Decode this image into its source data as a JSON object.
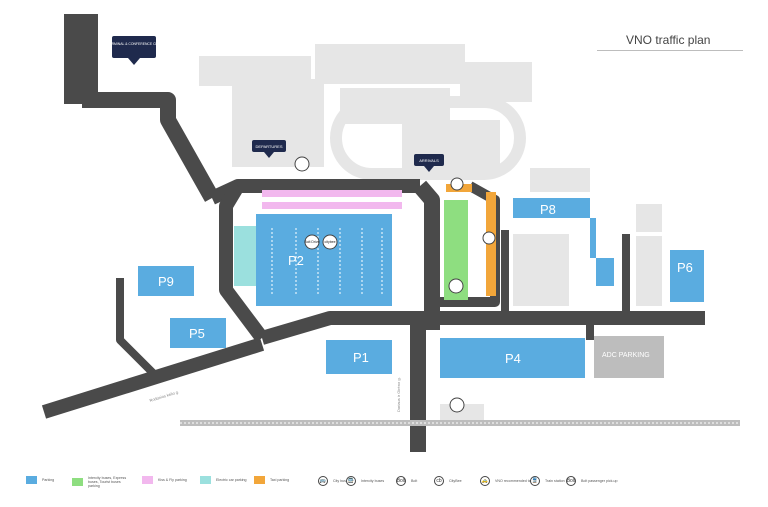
{
  "title": "VNO traffic plan",
  "map": {
    "parking_labels": [
      "P1",
      "P2",
      "P4",
      "P5",
      "P6",
      "P8",
      "P9"
    ],
    "adc_parking": "ADC PARKING",
    "callouts": {
      "vip": "VIP TERMINAL & CONFERENCE CENTRE",
      "departures": "DEPARTURES",
      "arrivals": "ARRIVALS"
    },
    "bolt_badge": "Bolt Drive",
    "citybee_badge": "citybee",
    "street_labels": [
      "Rodūnios kelio g.",
      "Dariaus ir Girėno g."
    ]
  },
  "legend": [
    {
      "label": "Parking",
      "color": "#5aace0",
      "kind": "swatch"
    },
    {
      "label": "Intercity buses, Express buses, Tourist buses parking",
      "color": "#8ede80",
      "kind": "swatch"
    },
    {
      "label": "Kiss & Fly parking",
      "color": "#f2b8ee",
      "kind": "swatch"
    },
    {
      "label": "Electric car parking",
      "color": "#9be0de",
      "kind": "swatch"
    },
    {
      "label": "Taxi parking",
      "color": "#f2a63a",
      "kind": "swatch"
    },
    {
      "label": "City buses",
      "icon": "bus-icon",
      "glyph": "🚌",
      "kind": "icon"
    },
    {
      "label": "Intercity buses",
      "icon": "coach-icon",
      "glyph": "🚍",
      "kind": "icon"
    },
    {
      "label": "Bolt",
      "icon": "bolt-logo-icon",
      "glyph": "Bolt",
      "kind": "icon"
    },
    {
      "label": "CityBee",
      "icon": "citybee-logo-icon",
      "glyph": "cb",
      "kind": "icon"
    },
    {
      "label": "VNO recommended taxis",
      "icon": "taxi-icon",
      "glyph": "🚕",
      "kind": "icon"
    },
    {
      "label": "Train station",
      "icon": "train-icon",
      "glyph": "🚆",
      "kind": "icon"
    },
    {
      "label": "Bolt passenger pick-up",
      "icon": "bolt-pickup-icon",
      "glyph": "Bolt",
      "kind": "icon"
    }
  ],
  "colors": {
    "road": "#4a4a4a",
    "building": "#e6e6e6",
    "parking": "#5aace0",
    "bus_parking": "#8ede80",
    "kiss_fly": "#f2b8ee",
    "electric": "#9be0de",
    "taxi": "#f2a63a",
    "callout": "#1f2a4d",
    "adc": "#bdbdbd"
  }
}
